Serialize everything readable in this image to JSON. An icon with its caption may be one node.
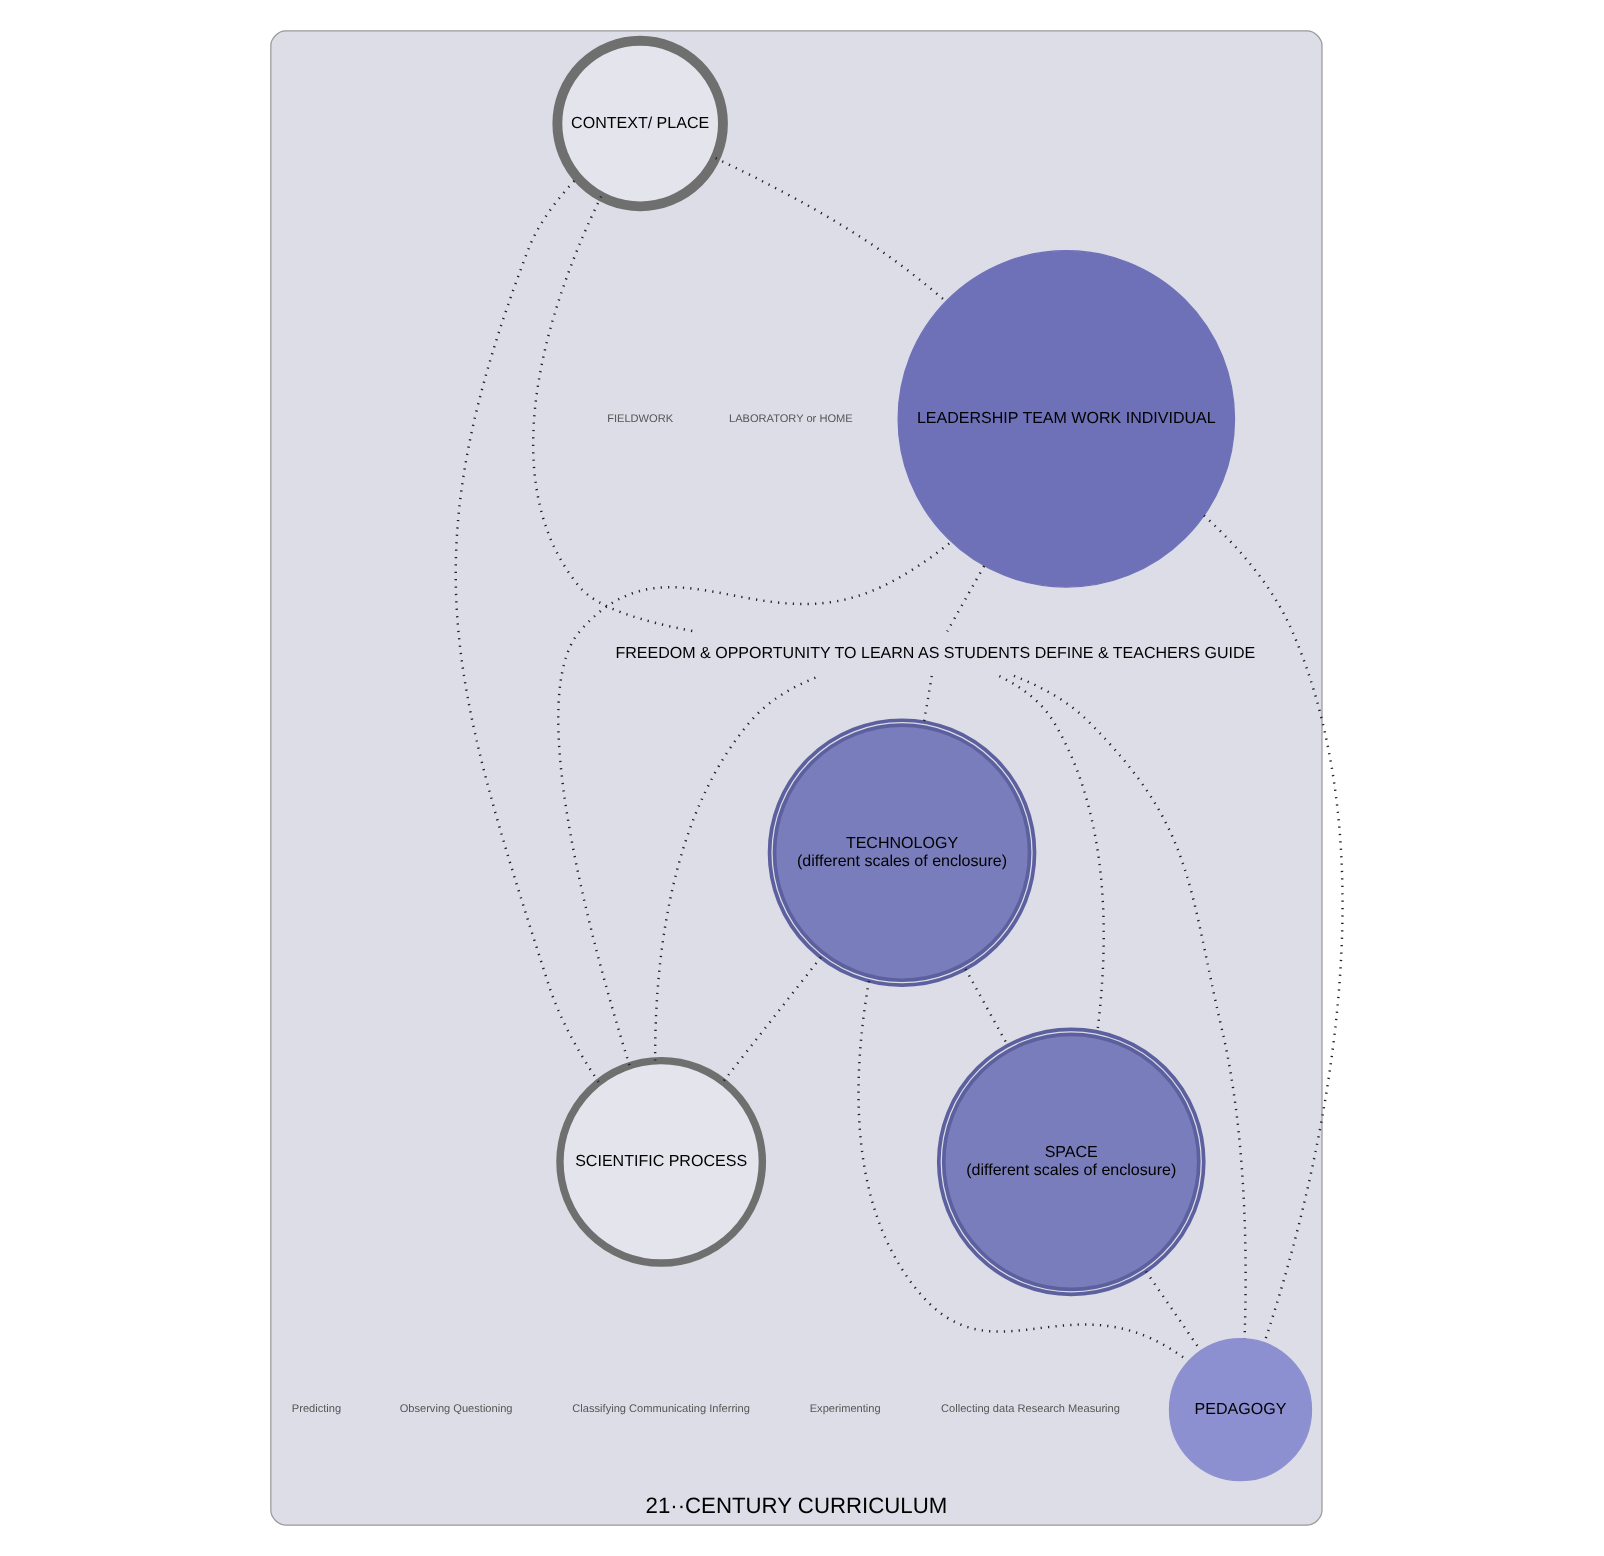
{
  "diagram": {
    "nodes": [
      {
        "text": [
          "21··CENTURY CURRICULUM"
        ]
      },
      {
        "text": [
          "CONTEXT/ PLACE"
        ],
        "in": 0
      },
      {
        "text": [
          "SCIENTIFIC PROCESS"
        ],
        "in": 0
      },
      {
        "text": [
          "LEADERSHIP TEAM WORK INDIVIDUAL"
        ],
        "in": 0
      },
      {
        "text": [
          "FREEDOM & OPPORTUNITY TO LEARN AS STUDENTS DEFINE & TEACHERS GUIDE"
        ],
        "in": 0
      },
      {
        "text": [
          "TECHNOLOGY",
          "(different scales of enclosure)"
        ],
        "in": 0
      },
      {
        "text": [
          "PEDAGOGY"
        ],
        "in": 0
      },
      {
        "text": [
          "SPACE",
          "(different scales of enclosure)"
        ],
        "in": 0
      }
    ],
    "edges": [
      {
        "from": 2,
        "to": 1,
        "arrow": "none",
        "style": "dashed"
      },
      {
        "from": 1,
        "to": 3,
        "arrow": "none",
        "style": "dashed"
      },
      {
        "from": 2,
        "to": 3,
        "arrow": "none",
        "style": "dashed"
      },
      {
        "from": 1,
        "to": 4,
        "arrow": "none",
        "style": "dashed"
      },
      {
        "from": 2,
        "to": 4,
        "arrow": "none",
        "style": "dashed"
      },
      {
        "from": 3,
        "to": 4,
        "arrow": "none",
        "style": "dashed"
      },
      {
        "from": 5,
        "to": 2,
        "arrow": "none",
        "style": "dashed"
      },
      {
        "from": 4,
        "to": 5,
        "arrow": "none",
        "style": "dashed"
      },
      {
        "from": 4,
        "to": 6,
        "arrow": "none",
        "style": "dashed"
      },
      {
        "from": 4,
        "to": 7,
        "arrow": "none",
        "style": "dashed"
      },
      {
        "from": 3,
        "to": 6,
        "arrow": "none",
        "style": "dashed"
      },
      {
        "from": 5,
        "to": 6,
        "arrow": "none",
        "style": "dashed"
      },
      {
        "from": 5,
        "to": 7,
        "arrow": "none",
        "style": "dashed"
      },
      {
        "from": 7,
        "to": 6,
        "arrow": "none",
        "style": "dashed"
      }
    ],
    "labels": [
      "FIELDWORK",
      "LABORATORY or HOME",
      "Predicting",
      "Observing Questioning",
      "Classifying Communicating Inferring",
      "Experimenting",
      "Collecting data Research Measuring"
    ]
  }
}
